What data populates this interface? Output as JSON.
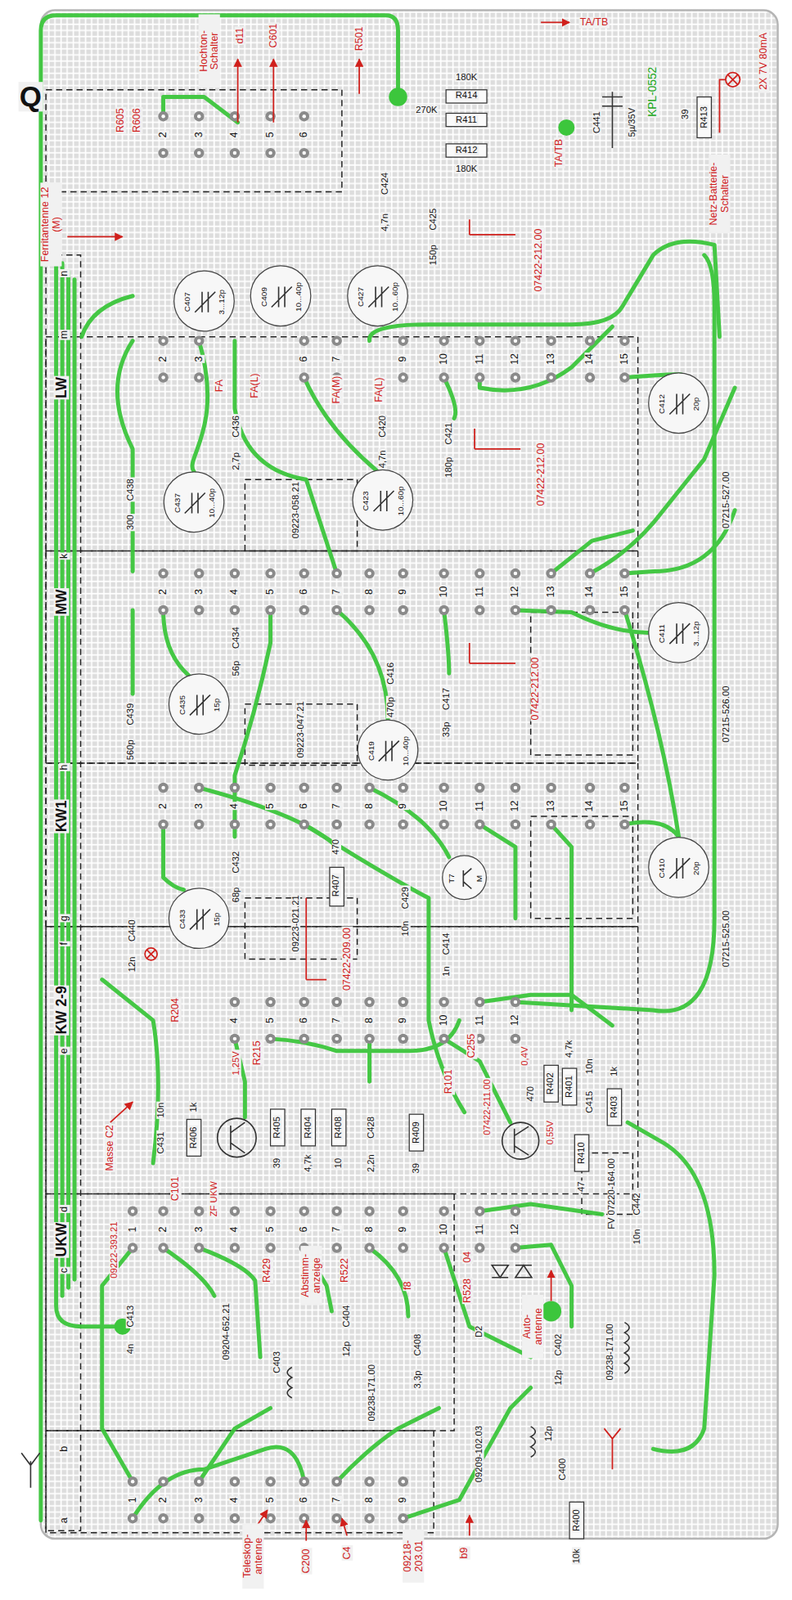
{
  "diagram": {
    "nodes": [
      {
        "text": [
          "C407",
          "3...12p"
        ]
      },
      {
        "text": [
          "C409",
          "10...40p"
        ]
      },
      {
        "text": [
          "C427",
          "10...60p"
        ]
      },
      {
        "text": [
          "C437",
          "10...40p"
        ]
      },
      {
        "text": [
          "C423",
          "10...60p"
        ]
      },
      {
        "text": [
          "C435",
          "15p"
        ]
      },
      {
        "text": [
          "C419",
          "10...40p"
        ]
      },
      {
        "text": [
          "C433",
          "15p"
        ]
      },
      {
        "text": [
          "C412",
          "20p"
        ]
      },
      {
        "text": [
          "C411",
          "3...12p"
        ]
      },
      {
        "text": [
          "C410",
          "20p"
        ]
      },
      {
        "text": [
          "T7",
          "M"
        ]
      }
    ],
    "labels": [
      "Q",
      "Hochton-Schalter",
      "d11",
      "C601",
      "R501",
      "R605",
      "R606",
      "180K",
      "R414",
      "270K",
      "R411",
      "R412",
      "180K",
      "TA/TB",
      "TA/TB",
      "KPL-0552",
      "C441",
      "5µ/35V",
      "39",
      "R413",
      "2X 7V 80mA",
      "Netz-Batterie-Schalter",
      "C424",
      "4,7n",
      "C425",
      "150p",
      "07422-212.00",
      "Ferritantenne 12 (M)",
      "LW",
      "FA",
      "FA(L)",
      "FA(M)",
      "FA(L)",
      "C436",
      "2,7p",
      "C438",
      "300",
      "09223-058.21",
      "C420",
      "4,7n",
      "C421",
      "180p",
      "07422-212.00",
      "07215-527.00",
      "MW",
      "C439",
      "560p",
      "C434",
      "56p",
      "09223-047.21",
      "C416",
      "470p",
      "C417",
      "33p",
      "07422-212.00",
      "07215-526.00",
      "KW1",
      "C432",
      "68p",
      "09223-021.21",
      "R407",
      "470",
      "C429",
      "10n",
      "C414",
      "1n",
      "07422-209.00",
      "07215-525.00",
      "C440",
      "12n",
      "KW 2-9",
      "R204",
      "R215",
      "1,25V",
      "C255",
      "0,4V",
      "470",
      "R402",
      "4,7k",
      "R401",
      "10n",
      "C415",
      "1k",
      "R403",
      "0,55V",
      "R410",
      "47",
      "FV 07220-164.00",
      "C442",
      "10n",
      "R101",
      "07422-211.00",
      "Masse C2",
      "C431",
      "10n",
      "R406",
      "1k",
      "C101",
      "R405",
      "39",
      "R404",
      "4,7k",
      "R408",
      "10",
      "C428",
      "2,2n",
      "R409",
      "39",
      "UKW",
      "09222-393.21",
      "ZF UKW",
      "R429",
      "Abstimm-anzeige",
      "R522",
      "04",
      "R528",
      "f8",
      "Auto-antenne",
      "D2",
      "C404",
      "12p",
      "C403",
      "C413",
      "4n",
      "09204-652.21",
      "09238-171.00",
      "C408",
      "3,3p",
      "C402",
      "12p",
      "09238-171.00",
      "09209-102.03",
      "12p",
      "C400",
      "R400",
      "10k",
      "Teleskop-antenne",
      "C200",
      "C4",
      "09218-203.01",
      "b9",
      "n",
      "m",
      "k",
      "h",
      "g",
      "f",
      "e",
      "d",
      "c",
      "b",
      "a",
      "2",
      "3",
      "4",
      "5",
      "6",
      "2",
      "3",
      "6",
      "7",
      "9",
      "10",
      "11",
      "12",
      "13",
      "14",
      "15",
      "2",
      "3",
      "4",
      "5",
      "6",
      "7",
      "8",
      "9",
      "10",
      "11",
      "12",
      "13",
      "14",
      "15",
      "2",
      "3",
      "4",
      "5",
      "6",
      "7",
      "8",
      "9",
      "10",
      "11",
      "12",
      "13",
      "14",
      "15",
      "4",
      "5",
      "6",
      "7",
      "8",
      "9",
      "10",
      "11",
      "12",
      "1",
      "2",
      "3",
      "4",
      "5",
      "6",
      "7",
      "8",
      "9",
      "10",
      "11",
      "12",
      "1",
      "2",
      "3",
      "4",
      "5",
      "6",
      "7",
      "8",
      "9"
    ]
  }
}
